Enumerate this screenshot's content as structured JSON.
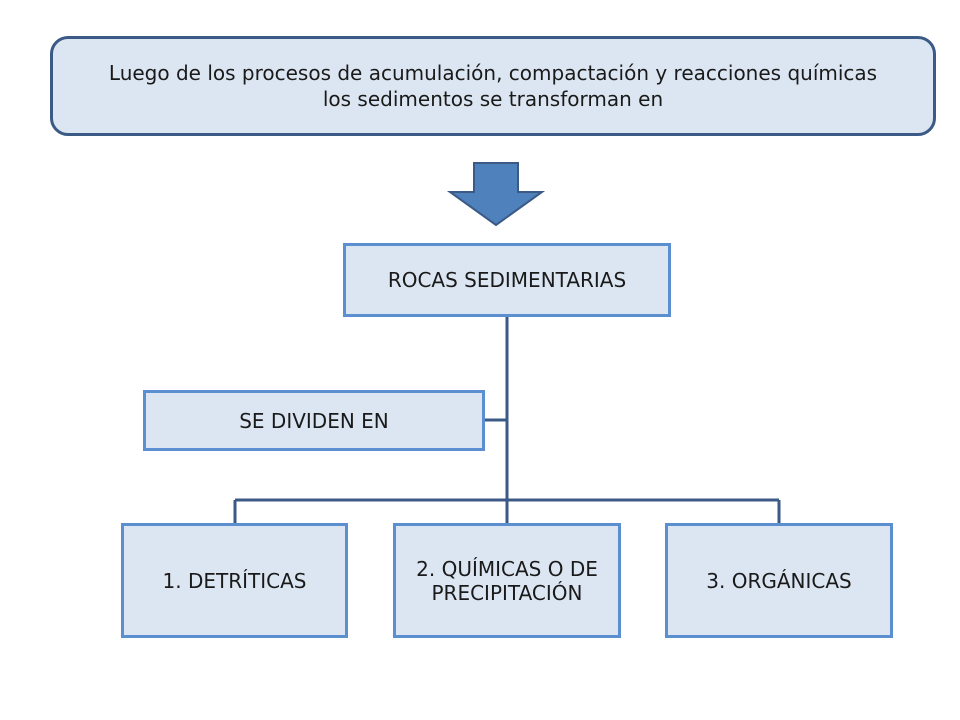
{
  "intro": {
    "text": "Luego de los procesos de acumulación, compactación y reacciones químicas los sedimentos se transforman en"
  },
  "diagram": {
    "root": "ROCAS SEDIMENTARIAS",
    "assistant": "SE DIVIDEN EN",
    "children": [
      "1. DETRÍTICAS",
      "2. QUÍMICAS O DE PRECIPITACIÓN",
      "3. ORGÁNICAS"
    ]
  },
  "colors": {
    "box_fill": "#dce6f2",
    "box_border": "#5b8fd0",
    "intro_border": "#3b5a86",
    "arrow_fill": "#4f81bd",
    "connector": "#3b5a86"
  }
}
